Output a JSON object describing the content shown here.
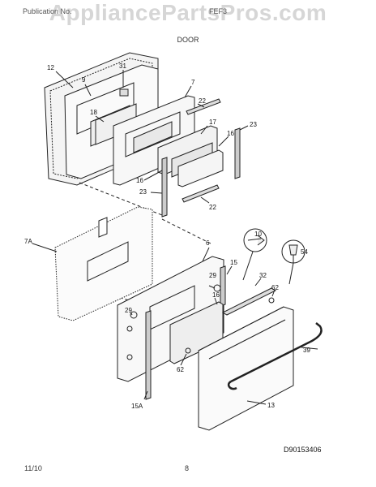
{
  "header": {
    "watermark": "AppliancePartsPros.com",
    "left_text": "Publication No.",
    "right_text": "FEF3",
    "title": "DOOR"
  },
  "footer": {
    "date": "11/10",
    "page": "8"
  },
  "diagram_code": "D90153406",
  "callouts": {
    "c12": "12",
    "c9": "9",
    "c31": "31",
    "c18": "18",
    "c7": "7",
    "c22a": "22",
    "c17": "17",
    "c16a": "16",
    "c23a": "23",
    "c16b": "16",
    "c23b": "23",
    "c22b": "22",
    "c10": "10",
    "c54": "54",
    "c7A": "7A",
    "c6": "6",
    "c15": "15",
    "c29a": "29",
    "c32": "32",
    "c62a": "62",
    "c16c": "16",
    "c29b": "29",
    "c39": "39",
    "c62b": "62",
    "c13": "13",
    "c15A": "15A"
  }
}
